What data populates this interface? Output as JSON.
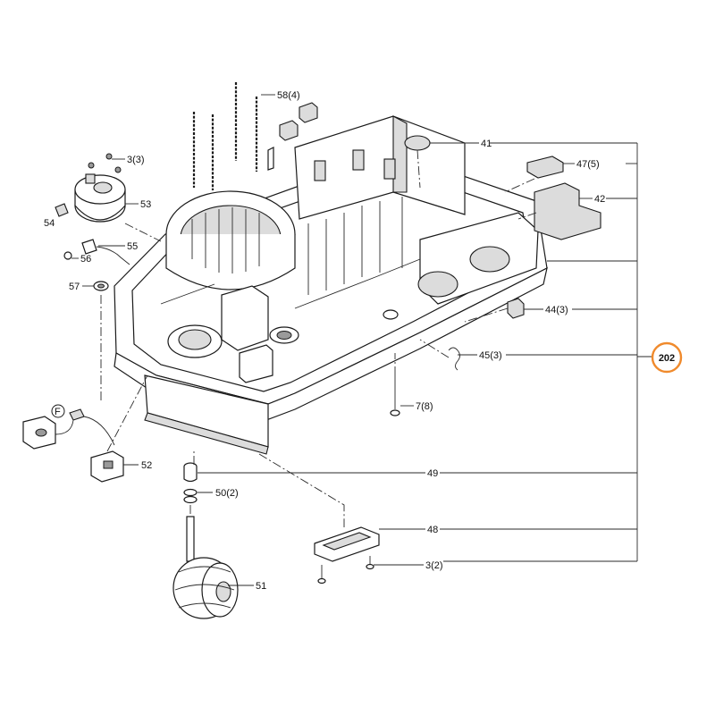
{
  "diagram": {
    "callout": {
      "text": "202",
      "color": "#f08a2c"
    },
    "parts": [
      {
        "id": "p58",
        "label": "58(4)"
      },
      {
        "id": "p41",
        "label": "41"
      },
      {
        "id": "p47",
        "label": "47(5)"
      },
      {
        "id": "p42",
        "label": "42"
      },
      {
        "id": "p3a",
        "label": "3(3)"
      },
      {
        "id": "p53",
        "label": "53"
      },
      {
        "id": "p54",
        "label": "54"
      },
      {
        "id": "p55",
        "label": "55"
      },
      {
        "id": "p56",
        "label": "56"
      },
      {
        "id": "p57",
        "label": "57"
      },
      {
        "id": "p44",
        "label": "44(3)"
      },
      {
        "id": "p45",
        "label": "45(3)"
      },
      {
        "id": "p7",
        "label": "7(8)"
      },
      {
        "id": "pF",
        "label": "F"
      },
      {
        "id": "p52",
        "label": "52"
      },
      {
        "id": "p49",
        "label": "49"
      },
      {
        "id": "p50",
        "label": "50(2)"
      },
      {
        "id": "p48",
        "label": "48"
      },
      {
        "id": "p3b",
        "label": "3(2)"
      },
      {
        "id": "p51",
        "label": "51"
      }
    ]
  }
}
